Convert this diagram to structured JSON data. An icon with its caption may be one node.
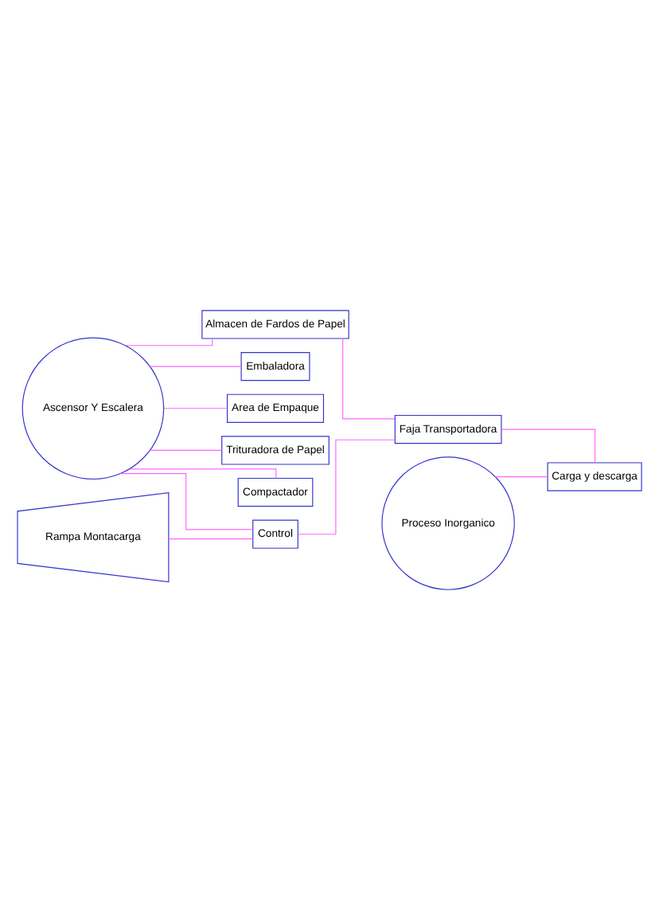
{
  "diagram": {
    "nodes": [
      {
        "text": [
          "Ascensor Y Escalera"
        ]
      },
      {
        "text": [
          "Almacen de Fardos de Papel"
        ]
      },
      {
        "text": [
          "Embaladora"
        ]
      },
      {
        "text": [
          "Area de Empaque"
        ]
      },
      {
        "text": [
          "Rampa Montacarga"
        ]
      },
      {
        "text": [
          "Control"
        ]
      },
      {
        "text": [
          "Faja Transportadora"
        ]
      },
      {
        "text": [
          "Trituradora de Papel"
        ]
      },
      {
        "text": [
          "Proceso Inorganico"
        ]
      },
      {
        "text": [
          "Compactador"
        ]
      },
      {
        "text": [
          "Carga y descarga"
        ]
      }
    ],
    "edges": [
      {
        "from": 0,
        "to": 1,
        "arrow": "none"
      },
      {
        "from": 0,
        "to": 2,
        "arrow": "none"
      },
      {
        "from": 0,
        "to": 3,
        "arrow": "none"
      },
      {
        "from": 0,
        "to": 5,
        "arrow": "none"
      },
      {
        "from": 0,
        "to": 7,
        "arrow": "none"
      },
      {
        "from": 0,
        "to": 9,
        "arrow": "none"
      },
      {
        "from": 4,
        "to": 5,
        "arrow": "none"
      },
      {
        "from": 5,
        "to": 6,
        "arrow": "none"
      },
      {
        "from": 1,
        "to": 6,
        "arrow": "none"
      },
      {
        "from": 6,
        "to": 10,
        "arrow": "none"
      },
      {
        "from": 8,
        "to": 10,
        "arrow": "none"
      }
    ]
  }
}
